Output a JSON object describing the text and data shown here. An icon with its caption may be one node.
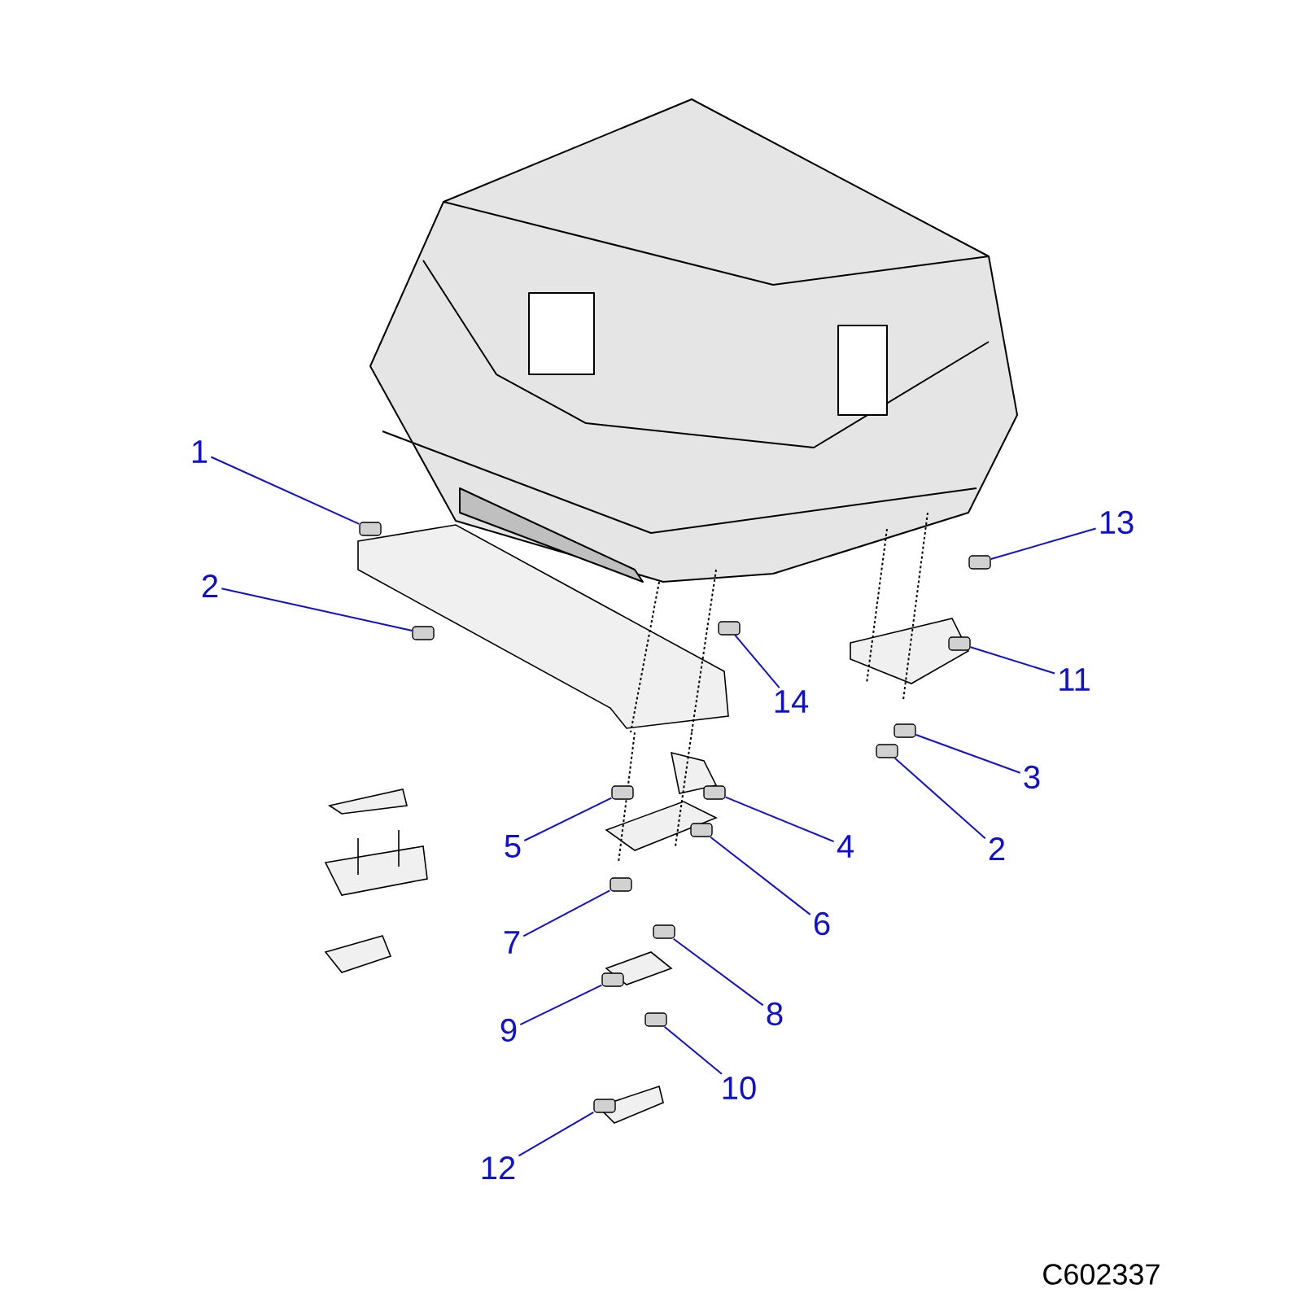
{
  "diagram": {
    "nodes": [
      {
        "text": [
          "1"
        ]
      },
      {
        "text": [],
        "shape": "box"
      },
      {
        "text": [
          "13"
        ]
      },
      {
        "text": [],
        "shape": "box"
      },
      {
        "text": [
          "2"
        ]
      },
      {
        "text": [],
        "shape": "box"
      },
      {
        "text": [
          "14"
        ]
      },
      {
        "text": [],
        "shape": "box"
      },
      {
        "text": [
          "11"
        ]
      },
      {
        "text": [],
        "shape": "box"
      },
      {
        "text": [
          "3"
        ]
      },
      {
        "text": [],
        "shape": "box"
      },
      {
        "text": [
          "2"
        ]
      },
      {
        "text": [],
        "shape": "box"
      },
      {
        "text": [
          "5"
        ]
      },
      {
        "text": [],
        "shape": "box"
      },
      {
        "text": [
          "4"
        ]
      },
      {
        "text": [],
        "shape": "box"
      },
      {
        "text": [
          "6"
        ]
      },
      {
        "text": [],
        "shape": "box"
      },
      {
        "text": [
          "7"
        ]
      },
      {
        "text": [],
        "shape": "box"
      },
      {
        "text": [
          "8"
        ]
      },
      {
        "text": [],
        "shape": "box"
      },
      {
        "text": [
          "9"
        ]
      },
      {
        "text": [],
        "shape": "box"
      },
      {
        "text": [
          "10"
        ]
      },
      {
        "text": [],
        "shape": "box"
      },
      {
        "text": [
          "12"
        ]
      },
      {
        "text": [],
        "shape": "box"
      }
    ],
    "edges": [
      {
        "from": 0,
        "to": 1,
        "arrow": "none"
      },
      {
        "from": 2,
        "to": 3,
        "arrow": "none"
      },
      {
        "from": 4,
        "to": 5,
        "arrow": "none"
      },
      {
        "from": 6,
        "to": 7,
        "arrow": "none"
      },
      {
        "from": 8,
        "to": 9,
        "arrow": "none"
      },
      {
        "from": 10,
        "to": 11,
        "arrow": "none"
      },
      {
        "from": 12,
        "to": 13,
        "arrow": "none"
      },
      {
        "from": 14,
        "to": 15,
        "arrow": "none"
      },
      {
        "from": 16,
        "to": 17,
        "arrow": "none"
      },
      {
        "from": 18,
        "to": 19,
        "arrow": "none"
      },
      {
        "from": 20,
        "to": 21,
        "arrow": "none"
      },
      {
        "from": 22,
        "to": 23,
        "arrow": "none"
      },
      {
        "from": 24,
        "to": 25,
        "arrow": "none"
      },
      {
        "from": 26,
        "to": 27,
        "arrow": "none"
      },
      {
        "from": 28,
        "to": 29,
        "arrow": "none"
      }
    ],
    "labels": [
      "C602337"
    ]
  }
}
